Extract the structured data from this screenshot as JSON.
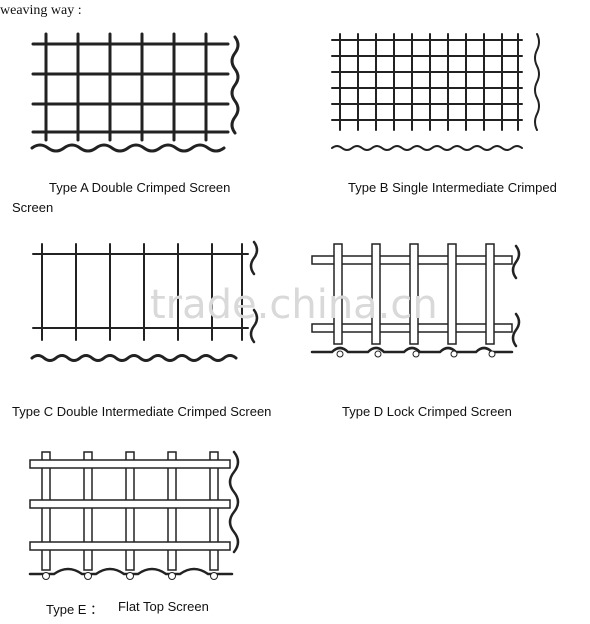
{
  "heading": "weaving way :",
  "watermark": "trade.china.cn",
  "captions": {
    "type_a": "Type A Double Crimped Screen",
    "type_b": "Type B Single Intermediate Crimped",
    "type_b_cont": "Screen",
    "type_c": "Type C Double Intermediate Crimped Screen",
    "type_d": "Type D Lock Crimped Screen",
    "type_e_code": "Type E ：",
    "type_e_name": "Flat Top Screen"
  }
}
